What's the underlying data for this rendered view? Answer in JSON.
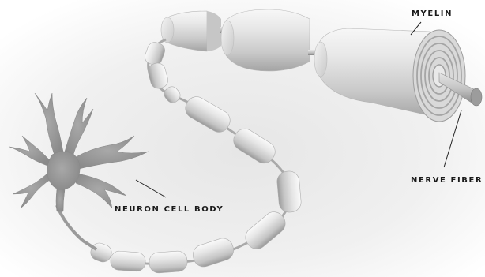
{
  "labels": {
    "myelin": "MYELIN",
    "nerve_fiber": "NERVE FIBER",
    "neuron_cell_body": "NEURON CELL BODY"
  },
  "colors": {
    "background": "#ffffff",
    "cell_body": "#9a9a9a",
    "segment_light": "#f4f4f4",
    "segment_mid": "#d2d2d2",
    "segment_dark": "#9d9d9d",
    "leader_line": "#222222",
    "label_text": "#1a1a1a"
  }
}
